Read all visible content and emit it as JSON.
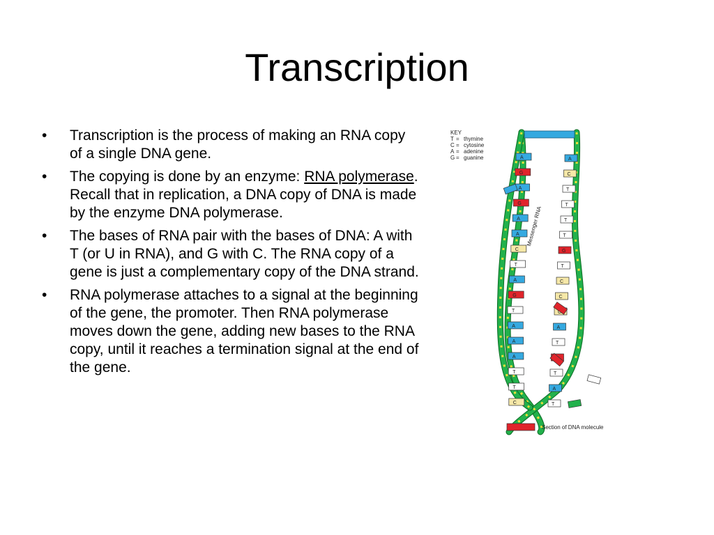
{
  "slide": {
    "title": "Transcription",
    "bullets": [
      {
        "parts": [
          {
            "text": "Transcription is the process of making an RNA copy of a single DNA gene.",
            "underline": false
          }
        ]
      },
      {
        "parts": [
          {
            "text": "The copying is done by an enzyme: ",
            "underline": false
          },
          {
            "text": "RNA polymerase",
            "underline": true
          },
          {
            "text": ".  Recall that in replication, a DNA copy of DNA is made by the enzyme DNA polymerase.",
            "underline": false
          }
        ]
      },
      {
        "parts": [
          {
            "text": "The bases of RNA pair with the bases of DNA: A with T (or U in RNA), and G with C.  The RNA copy of a gene is just a complementary copy of the DNA strand.",
            "underline": false
          }
        ]
      },
      {
        "parts": [
          {
            "text": "RNA polymerase attaches to a signal at the beginning of the gene, the promoter.  Then RNA polymerase moves down the gene, adding new bases to the RNA copy, until it reaches a termination signal at the end of the gene.",
            "underline": false
          }
        ]
      }
    ],
    "bullet_glyph": "•"
  },
  "figure": {
    "key_title": "KEY",
    "key": [
      {
        "letter": "T",
        "eq": "=",
        "name": "thymine"
      },
      {
        "letter": "C",
        "eq": "=",
        "name": "cytosine"
      },
      {
        "letter": "A",
        "eq": "=",
        "name": "adenine"
      },
      {
        "letter": "G",
        "eq": "=",
        "name": "guanine"
      }
    ],
    "mrna_label": "Messenger RNA",
    "section_label": "Section of DNA molecule",
    "colors": {
      "backbone": "#22b14c",
      "backbone_dark": "#0b6b22",
      "phosphate": "#f2e03a",
      "A": "#35a9e0",
      "T": "#ffffff",
      "C": "#f6e8a8",
      "G": "#e0242b",
      "U": "#ffffff"
    },
    "left_rungs": [
      "A",
      "G",
      "A",
      "G",
      "A",
      "A",
      "C",
      "T",
      "A",
      "G",
      "T",
      "A",
      "A",
      "A",
      "T",
      "T",
      "C"
    ],
    "right_rungs": [
      "A",
      "C",
      "T",
      "T",
      "T",
      "T",
      "G",
      "T",
      "C",
      "C",
      "C",
      "A",
      "T",
      "G",
      "T",
      "A",
      "T"
    ]
  }
}
